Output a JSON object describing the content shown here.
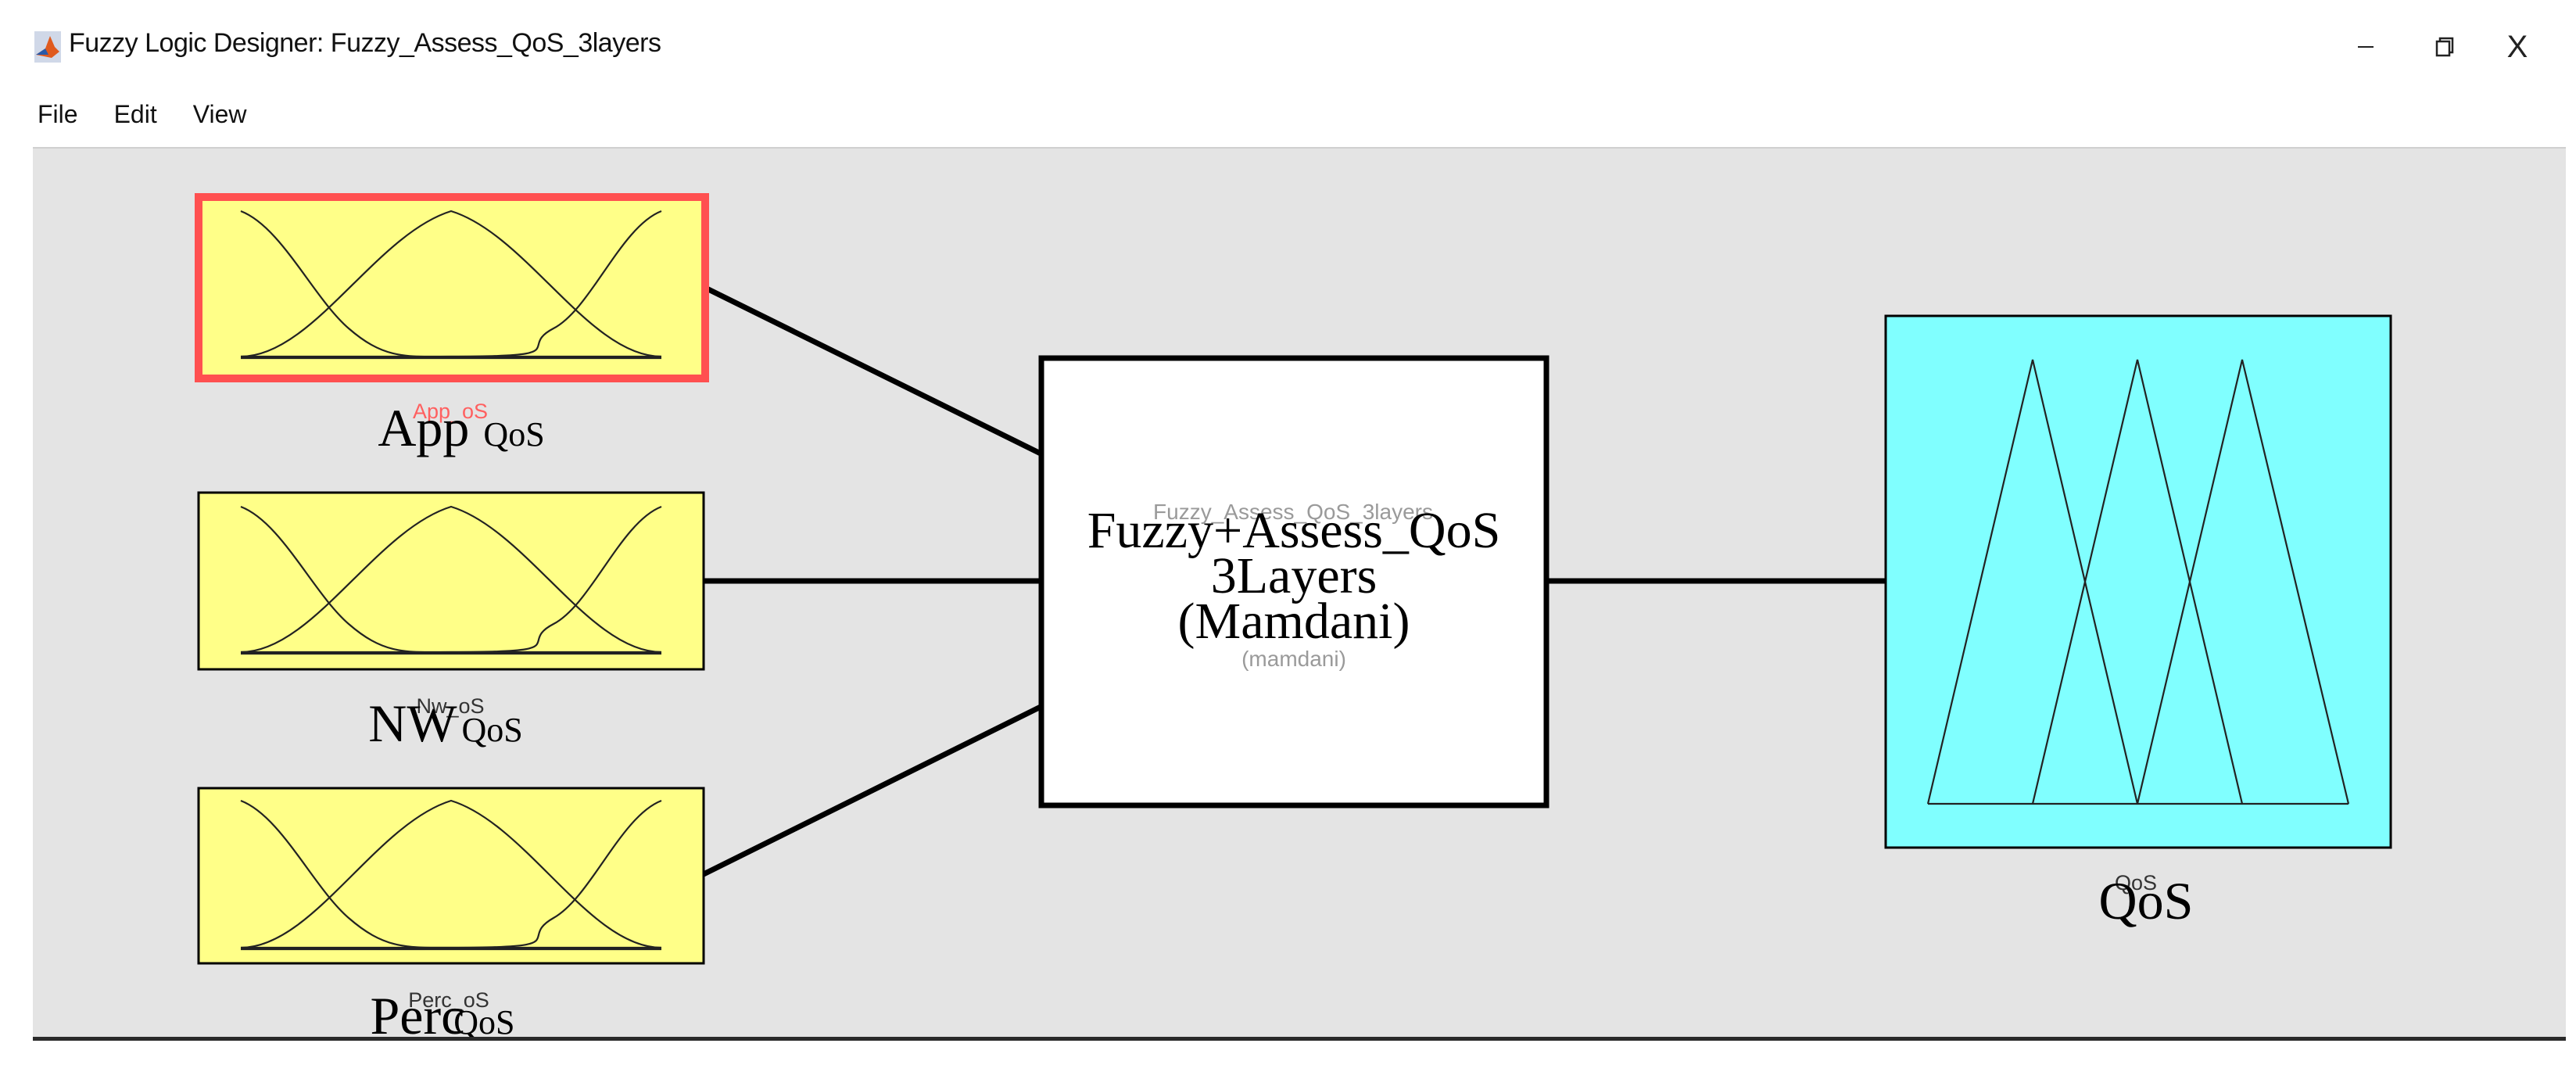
{
  "window": {
    "title": "Fuzzy Logic Designer: Fuzzy_Assess_QoS_3layers",
    "icon": "matlab-icon",
    "controls": [
      "minimize",
      "restore",
      "close"
    ],
    "close_label": "X"
  },
  "menu": [
    "File",
    "Edit",
    "View"
  ],
  "inputs": [
    {
      "name": "App_oS",
      "label_main": "App",
      "label_sub": "QoS",
      "selected": true
    },
    {
      "name": "Nw_oS",
      "label_main": "NW",
      "label_sub": "QoS",
      "selected": false
    },
    {
      "name": "Perc_oS",
      "label_main": "Perc",
      "label_sub": "QoS",
      "selected": false
    }
  ],
  "system": {
    "name": "Fuzzy_Assess_QoS_3layers",
    "type": "(mamdani)",
    "line1": "Fuzzy+Assess_QoS",
    "line2": "3Layers",
    "line3": "(Mamdani)"
  },
  "output": {
    "name": "QoS",
    "label": "QoS"
  },
  "colors": {
    "input_fill": "#ffff88",
    "output_fill": "#80ffff",
    "selected_border": "#ff5050",
    "canvas_bg": "#e4e4e4",
    "ghost_selected": "#ff6060",
    "ghost_text": "#9a9a9a"
  }
}
